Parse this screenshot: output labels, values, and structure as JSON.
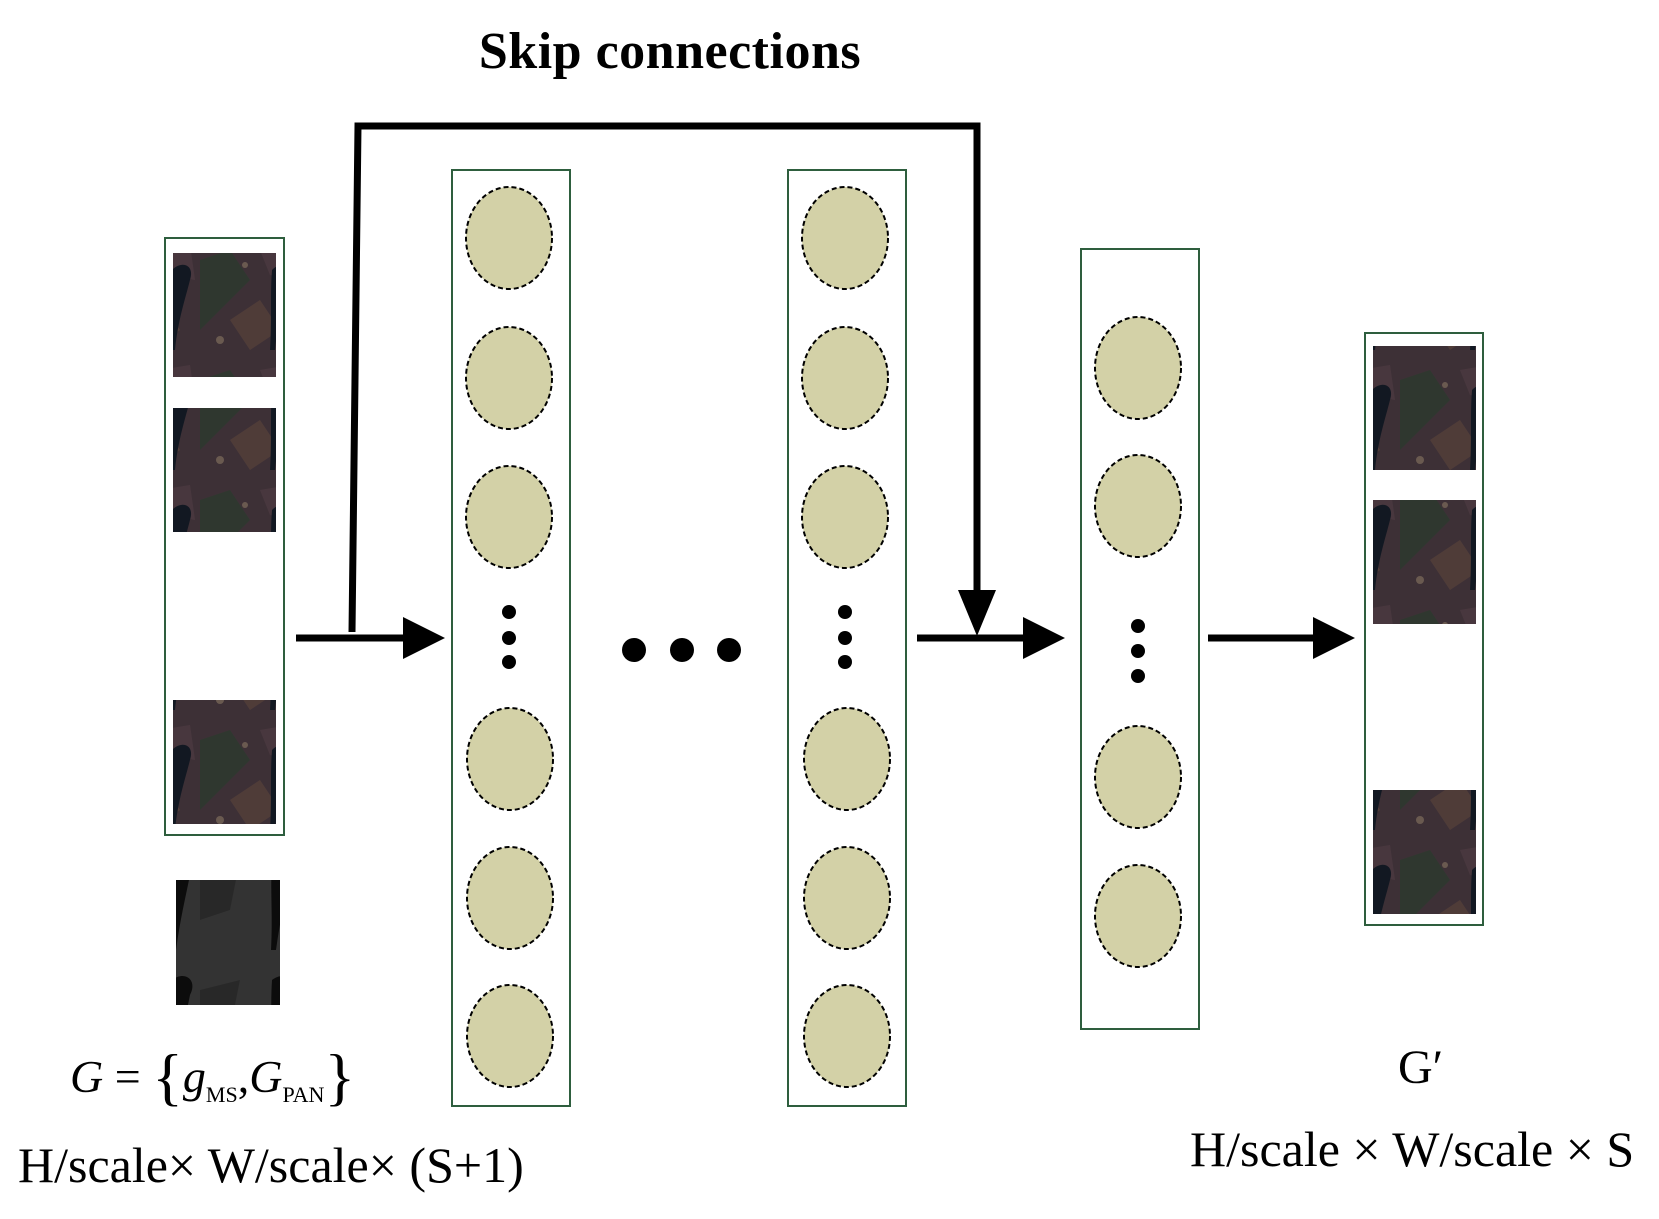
{
  "diagram": {
    "skip_label": "Skip connections",
    "input_label": {
      "G": "G",
      "eq": "=",
      "g": "g",
      "ms_sub": "MS",
      "comma": ",",
      "Gpan": "G",
      "pan_sub": "PAN"
    },
    "input_dims": "H/scale× W/scale× (S+1)",
    "output_label": "G′",
    "output_dims": "H/scale × W/scale × S",
    "colors": {
      "node_fill": "#d3d1a7",
      "panel_border": "#2e5e3e",
      "image_dark": "#3a2f33",
      "pan_image": "#2e2e2e",
      "arrow": "#000000"
    },
    "icons": {
      "ms_image": "satellite-image-icon",
      "pan_image": "panchromatic-image-icon"
    }
  }
}
